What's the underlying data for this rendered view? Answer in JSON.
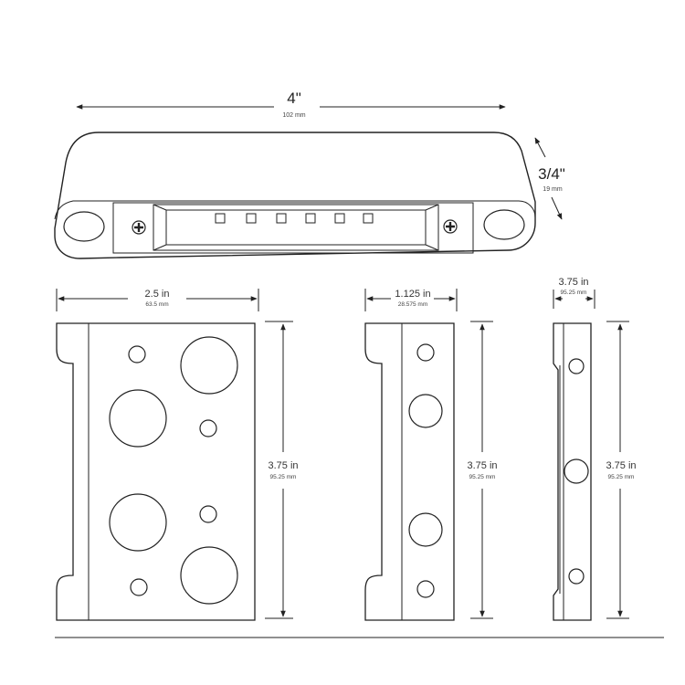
{
  "fixture": {
    "width_label": "4\"",
    "width_metric": "102 mm",
    "height_label": "3/4\"",
    "height_metric": "19 mm",
    "led_count": 6
  },
  "brackets": [
    {
      "id": "wide",
      "width_label": "2.5 in",
      "width_metric": "63.5 mm",
      "height_label": "3.75 in",
      "height_metric": "95.25 mm"
    },
    {
      "id": "medium",
      "width_label": "1.125 in",
      "width_metric": "28.575 mm",
      "height_label": "3.75 in",
      "height_metric": "95.25 mm"
    },
    {
      "id": "narrow",
      "width_label": "3.75 in",
      "width_metric": "95.25 mm",
      "height_label": "3.75 in",
      "height_metric": "95.25 mm"
    }
  ],
  "colors": {
    "line": "#222222",
    "lens": "#d9d9d9",
    "background": "#ffffff"
  }
}
